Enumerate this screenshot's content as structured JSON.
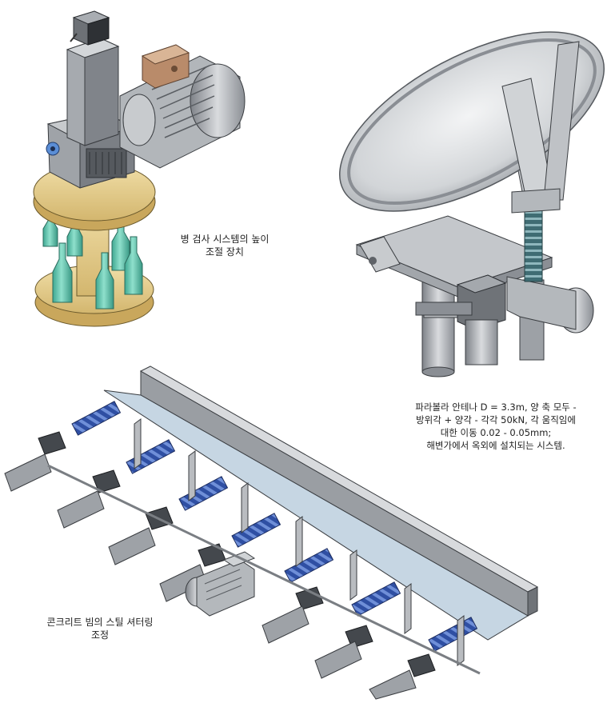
{
  "figures": [
    {
      "id": "bottle",
      "caption_lines": [
        "병 검사 시스템의 높이",
        "조절 장치"
      ]
    },
    {
      "id": "antenna",
      "caption_lines": [
        "파라볼라 안테나 D = 3.3m, 양 축 모두 -",
        "방위각 + 양각 - 각각 50kN, 각 움직임에",
        "대한 이동 0.02 - 0.05mm;",
        "해변가에서 옥외에 설치되는 시스템."
      ]
    },
    {
      "id": "shutter",
      "caption_lines": [
        "콘크리트 빔의 스틸 셔터링",
        "조정"
      ]
    }
  ],
  "colors": {
    "background": "#ffffff",
    "metal_light": "#d4d6d9",
    "metal_mid": "#a9adb2",
    "metal_dark": "#5f6368",
    "tan_platform": "#e9d296",
    "bottle_teal": "#5ec4ad",
    "screw_blue": "#2f4fa3",
    "spring_teal": "#4f7f86",
    "copper": "#b98b6a",
    "caption_text": "#222222"
  }
}
